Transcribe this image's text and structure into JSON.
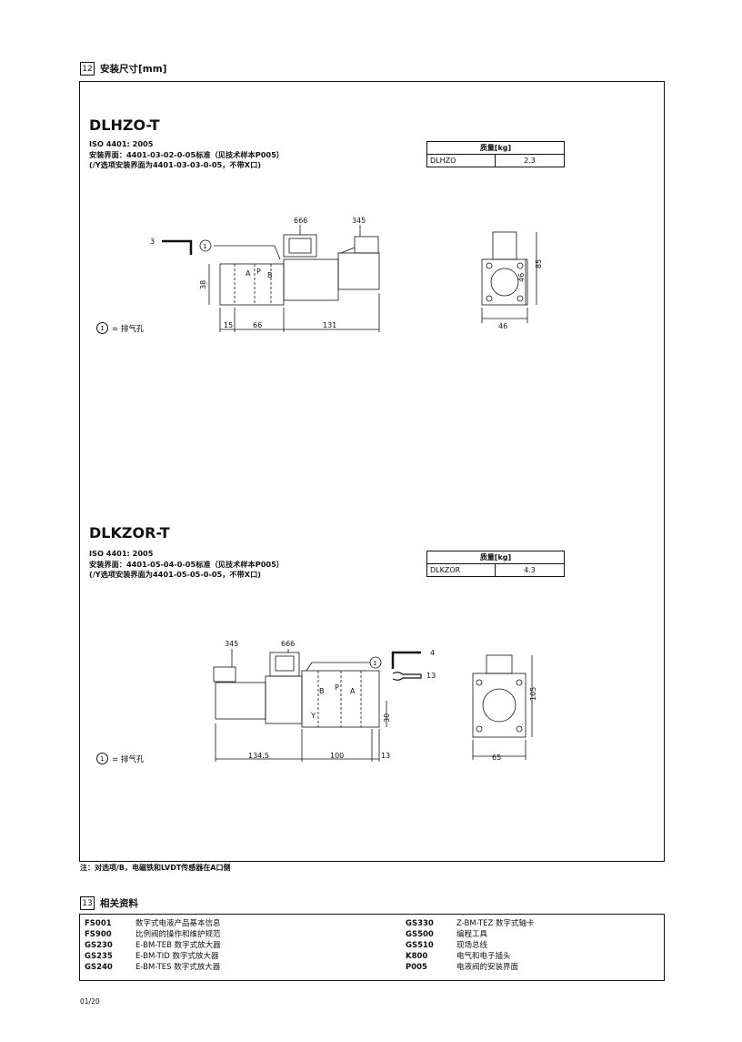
{
  "section12": {
    "num": "12",
    "title": "安装尺寸[mm]"
  },
  "model1": {
    "title": "DLHZO-T",
    "spec1": "ISO 4401: 2005",
    "spec2": "安装界面：4401-03-02-0-05标准（见技术样本P005）",
    "spec3": "(/Y选项安装界面为4401-03-03-0-05，不带X口)",
    "mass_header": "质量[kg]",
    "mass_model": "DLHZO",
    "mass_value": "2.3",
    "legend_num": "1",
    "legend_text": "= 排气孔",
    "dims": {
      "d666": "666",
      "d345": "345",
      "d3": "3",
      "d38": "38",
      "d15": "15",
      "d66": "66",
      "d131": "131",
      "d85": "85",
      "d46v": "46",
      "d46h": "46"
    },
    "ports": {
      "a": "A",
      "p": "P",
      "b": "B"
    },
    "callout": "1"
  },
  "model2": {
    "title": "DLKZOR-T",
    "spec1": "ISO 4401: 2005",
    "spec2": "安装界面：4401-05-04-0-05标准（见技术样本P005）",
    "spec3": "(/Y选项安装界面为4401-05-05-0-05，不带X口)",
    "mass_header": "质量[kg]",
    "mass_model": "DLKZOR",
    "mass_value": "4.3",
    "legend_num": "1",
    "legend_text": "= 排气孔",
    "dims": {
      "d345": "345",
      "d666": "666",
      "d4": "4",
      "d13w": "13",
      "d30": "30",
      "d1345": "134.5",
      "d100": "100",
      "d13": "13",
      "d105": "105",
      "d65": "65"
    },
    "ports": {
      "b": "B",
      "p": "P",
      "a": "A",
      "y": "Y"
    },
    "callout": "1"
  },
  "footnote": "注：对选项/B，电磁铁和LVDT传感器在A口侧",
  "section13": {
    "num": "13",
    "title": "相关资料"
  },
  "docs_left": [
    {
      "code": "FS001",
      "desc": "数字式电液产品基本信息"
    },
    {
      "code": "FS900",
      "desc": "比例阀的操作和维护规范"
    },
    {
      "code": "GS230",
      "desc": "E-BM-TEB 数字式放大器"
    },
    {
      "code": "GS235",
      "desc": "E-BM-TID 数字式放大器"
    },
    {
      "code": "GS240",
      "desc": "E-BM-TES 数字式放大器"
    }
  ],
  "docs_right": [
    {
      "code": "GS330",
      "desc": "Z-BM-TEZ 数字式轴卡"
    },
    {
      "code": "GS500",
      "desc": "编程工具"
    },
    {
      "code": "GS510",
      "desc": "现场总线"
    },
    {
      "code": "K800",
      "desc": "电气和电子插头"
    },
    {
      "code": "P005",
      "desc": "电液阀的安装界面"
    }
  ],
  "page_number": "01/20"
}
